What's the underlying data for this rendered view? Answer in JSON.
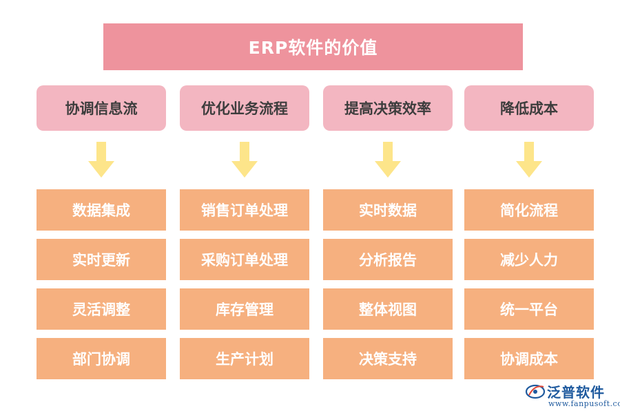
{
  "title": "ERP软件的价值",
  "colors": {
    "title_bg": "#ee939d",
    "category_bg": "#f3b6c1",
    "item_bg": "#f6b07f",
    "arrow": "#fde58a",
    "watermark": "#1f5a9e"
  },
  "columns": [
    {
      "category": "协调信息流",
      "items": [
        "数据集成",
        "实时更新",
        "灵活调整",
        "部门协调"
      ]
    },
    {
      "category": "优化业务流程",
      "items": [
        "销售订单处理",
        "采购订单处理",
        "库存管理",
        "生产计划"
      ]
    },
    {
      "category": "提高决策效率",
      "items": [
        "实时数据",
        "分析报告",
        "整体视图",
        "决策支持"
      ]
    },
    {
      "category": "降低成本",
      "items": [
        "简化流程",
        "减少人力",
        "统一平台",
        "协调成本"
      ]
    }
  ],
  "watermark": {
    "name": "泛普软件",
    "url": "www.fanpusoft.com"
  }
}
